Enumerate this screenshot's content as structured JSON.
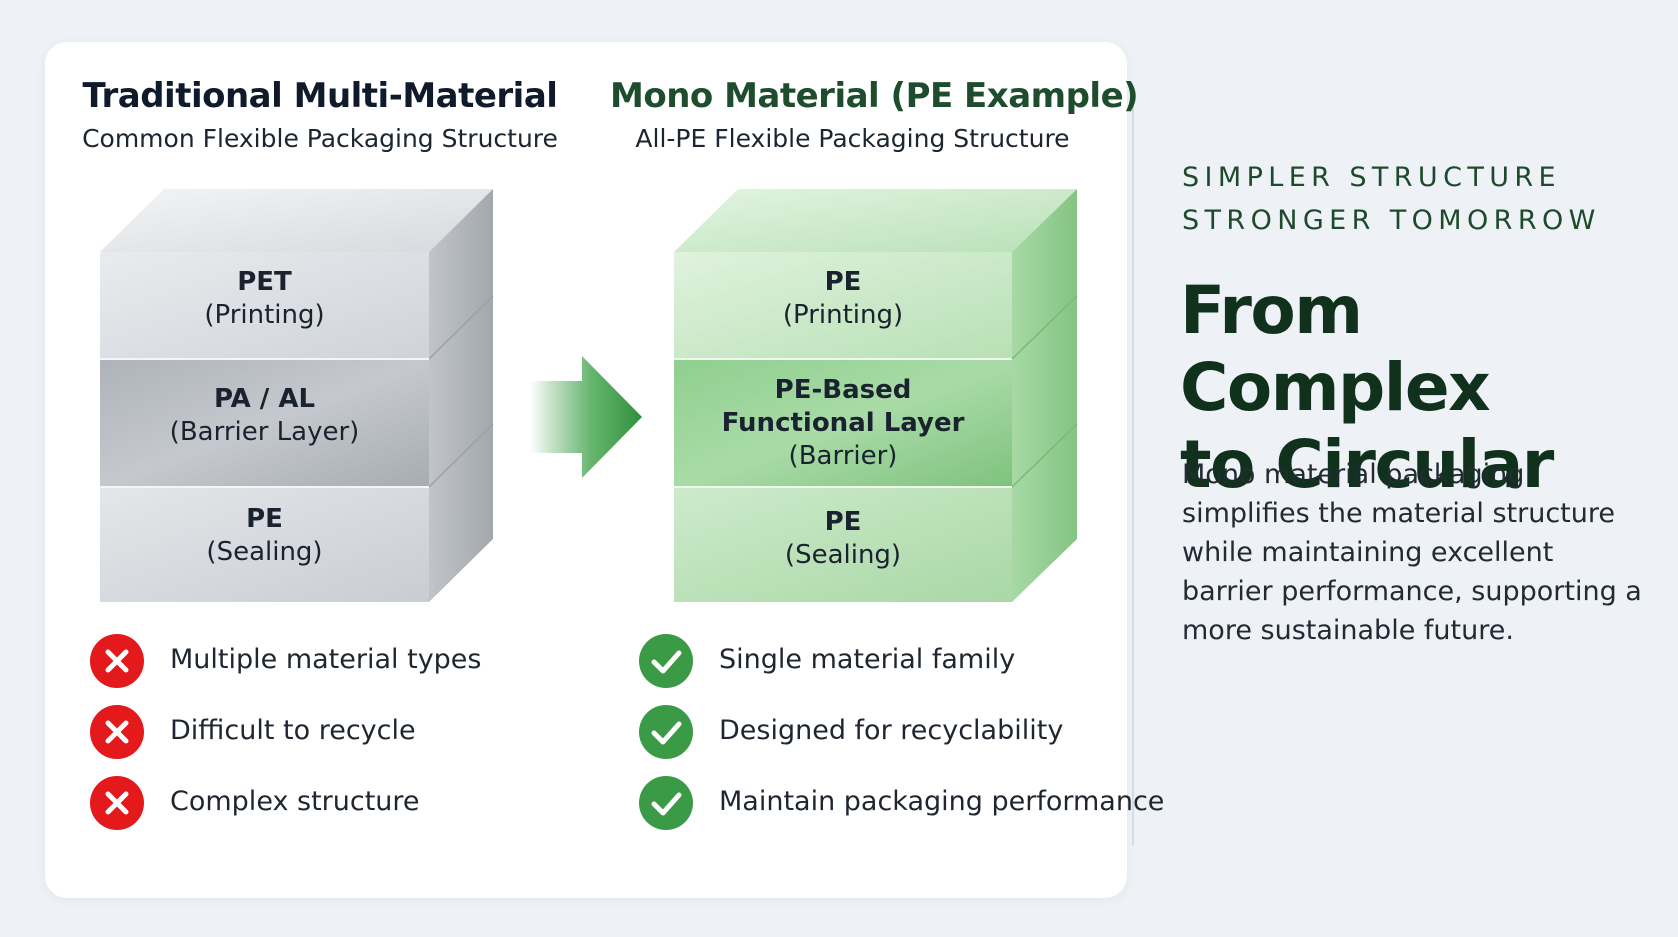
{
  "left": {
    "title": "Traditional Multi-Material",
    "subtitle": "Common Flexible Packaging Structure",
    "layers": [
      {
        "name": "PET",
        "role": "(Printing)"
      },
      {
        "name": "PA / AL",
        "role": "(Barrier Layer)"
      },
      {
        "name": "PE",
        "role": "(Sealing)"
      }
    ],
    "points": [
      "Multiple material types",
      "Difficult to recycle",
      "Complex structure"
    ]
  },
  "right": {
    "title": "Mono Material (PE Example)",
    "subtitle": "All-PE Flexible Packaging Structure",
    "layers": [
      {
        "name": "PE",
        "role": "(Printing)"
      },
      {
        "name_lines": [
          "PE-Based",
          "Functional Layer"
        ],
        "role": "(Barrier)"
      },
      {
        "name": "PE",
        "role": "(Sealing)"
      }
    ],
    "points": [
      "Single material family",
      "Designed for recyclability",
      "Maintain packaging performance"
    ]
  },
  "aside": {
    "tagline": [
      "SIMPLER STRUCTURE",
      "STRONGER TOMORROW"
    ],
    "headline": [
      "From Complex",
      "to Circular"
    ],
    "body": "Mono material packaging simplifies the material structure while maintaining excellent barrier performance, supporting a more sustainable future."
  },
  "colors": {
    "negative": "#e3191c",
    "positive": "#3a9a45",
    "accent_dark": "#10321c",
    "traditional_block": "#b9bec5",
    "mono_block": "#9fd6a0"
  },
  "icons": {
    "negative": "x-mark-icon",
    "positive": "check-mark-icon",
    "transition": "arrow-right-icon"
  }
}
